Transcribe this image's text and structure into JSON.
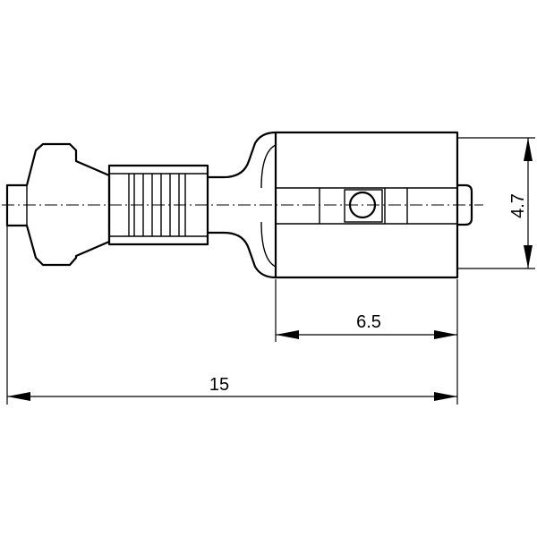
{
  "dimensions": {
    "overall_length": "15",
    "tab_length": "6.5",
    "tab_height": "4.7"
  }
}
